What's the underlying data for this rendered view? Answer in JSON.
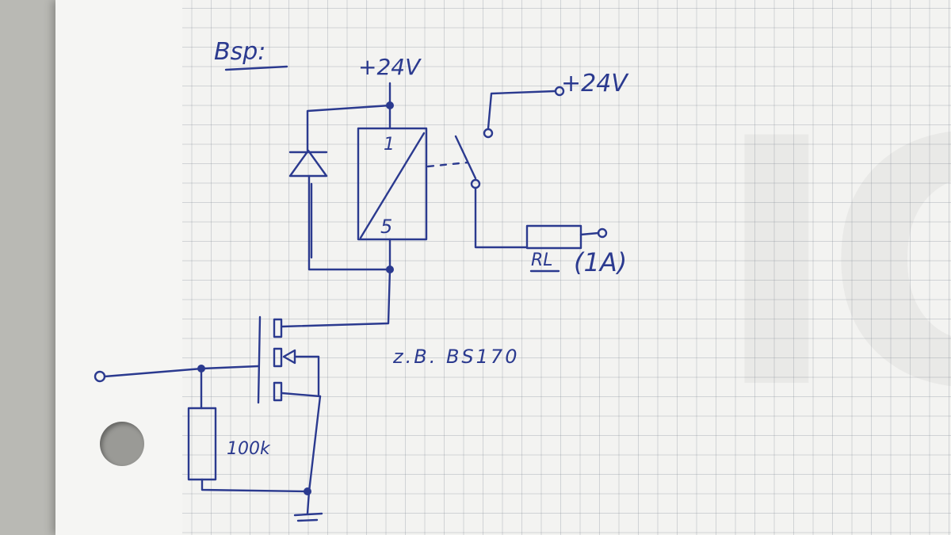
{
  "annotations": {
    "heading": "Bsp:",
    "supply_top": "+24V",
    "supply_right": "+24V",
    "relay_pin_top": "1",
    "relay_pin_bottom": "5",
    "load_label": "RL",
    "load_current": "(1A)",
    "transistor_example": "z.B. BS170",
    "resistor_value": "100k"
  },
  "colors": {
    "ink": "#2b3a8f",
    "paper": "#f3f3f1",
    "grid": "#8a93a0"
  }
}
